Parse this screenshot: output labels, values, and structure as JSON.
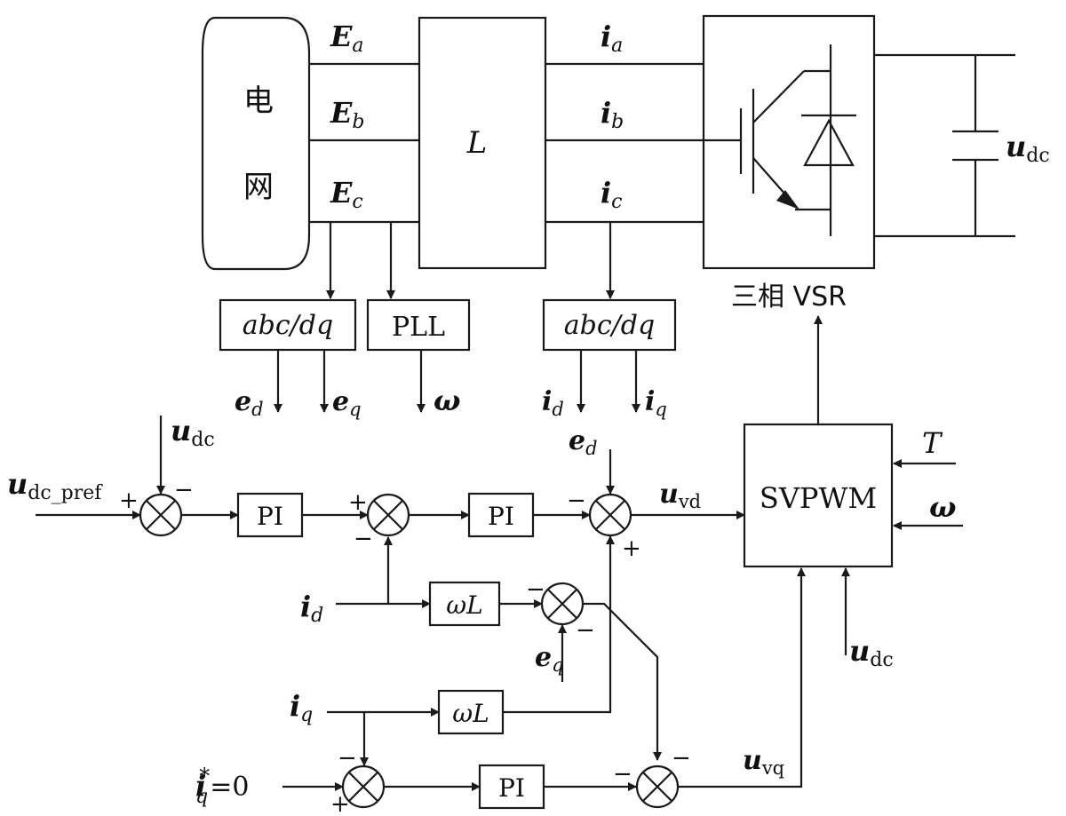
{
  "grid": {
    "label_1": "电",
    "label_2": "网"
  },
  "voltages": {
    "ea": "E",
    "ea_sub": "a",
    "eb": "E",
    "eb_sub": "b",
    "ec": "E",
    "ec_sub": "c"
  },
  "inductor": {
    "label": "L"
  },
  "currents": {
    "ia": "i",
    "ia_sub": "a",
    "ib": "i",
    "ib_sub": "b",
    "ic": "i",
    "ic_sub": "c"
  },
  "vsr": {
    "label": "三相 VSR"
  },
  "dc_link": {
    "label": "u",
    "sub": "dc"
  },
  "transform_voltage": {
    "label": "abc/dq",
    "out_d": "e",
    "out_d_sub": "d",
    "out_q": "e",
    "out_q_sub": "q"
  },
  "pll": {
    "label": "PLL",
    "out": "ω"
  },
  "transform_current": {
    "label": "abc/dq",
    "out_d": "i",
    "out_d_sub": "d",
    "out_q": "i",
    "out_q_sub": "q"
  },
  "outer_loop": {
    "ref": "u",
    "ref_sub": "dc_pref",
    "fb": "u",
    "fb_sub": "dc",
    "plus": "+",
    "minus": "−",
    "pi": "PI"
  },
  "current_d": {
    "plus": "+",
    "minus": "−",
    "pi": "PI"
  },
  "sum_vd": {
    "ff": "e",
    "ff_sub": "d",
    "minus": "−",
    "plus": "+",
    "out": "u",
    "out_sub": "vd"
  },
  "decoupling_d": {
    "input": "i",
    "input_sub": "d",
    "block": "ωL",
    "minus_left": "−",
    "minus_bottom": "−",
    "eq": "e",
    "eq_sub": "q"
  },
  "decoupling_q": {
    "input": "i",
    "input_sub": "q",
    "block": "ωL"
  },
  "current_q": {
    "ref": "i",
    "ref_sub": "q",
    "ref_sup": "*",
    "ref_val": "=0",
    "minus": "−",
    "plus": "+",
    "pi": "PI"
  },
  "sum_vq": {
    "minus_left": "−",
    "minus_top": "−",
    "out": "u",
    "out_sub": "vq"
  },
  "svpwm": {
    "label": "SVPWM",
    "in_t": "T",
    "in_w": "ω",
    "udc": "u",
    "udc_sub": "dc"
  }
}
